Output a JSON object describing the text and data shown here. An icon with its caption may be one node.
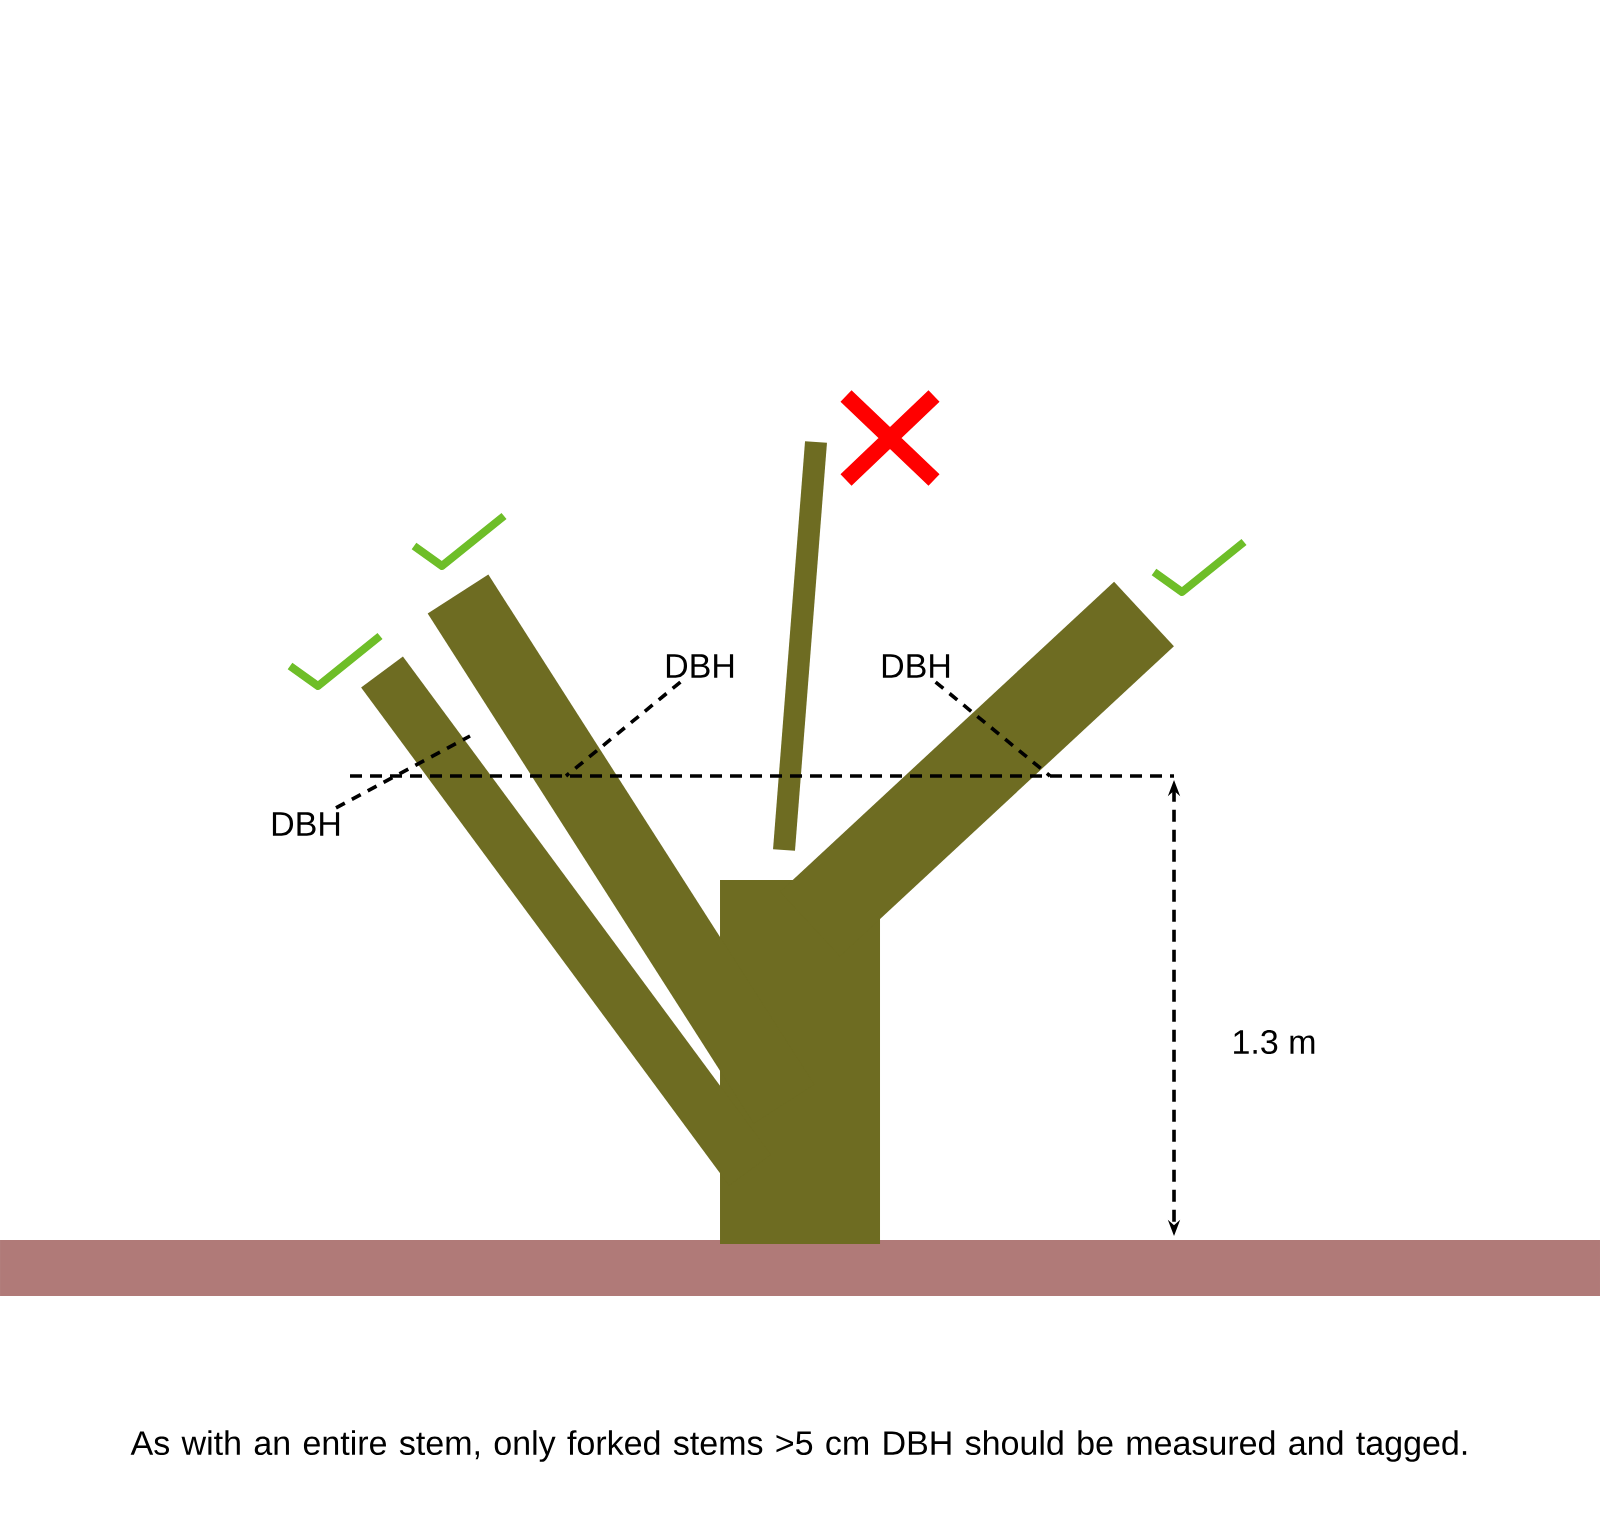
{
  "diagram": {
    "caption": "As with an entire stem, only forked stems >5 cm DBH should be measured and tagged.",
    "nodes": [
      {
        "text": [
          "DBH"
        ]
      },
      {
        "text": [
          "DBH"
        ]
      },
      {
        "text": [
          "DBH"
        ]
      }
    ],
    "edges": [
      {
        "from": 0,
        "to": null,
        "arrow": "none",
        "style": "dashed"
      },
      {
        "from": 1,
        "to": null,
        "arrow": "none",
        "style": "dashed"
      },
      {
        "from": 2,
        "to": null,
        "arrow": "none",
        "style": "dashed"
      }
    ],
    "labels": [
      "1.3 m"
    ]
  }
}
